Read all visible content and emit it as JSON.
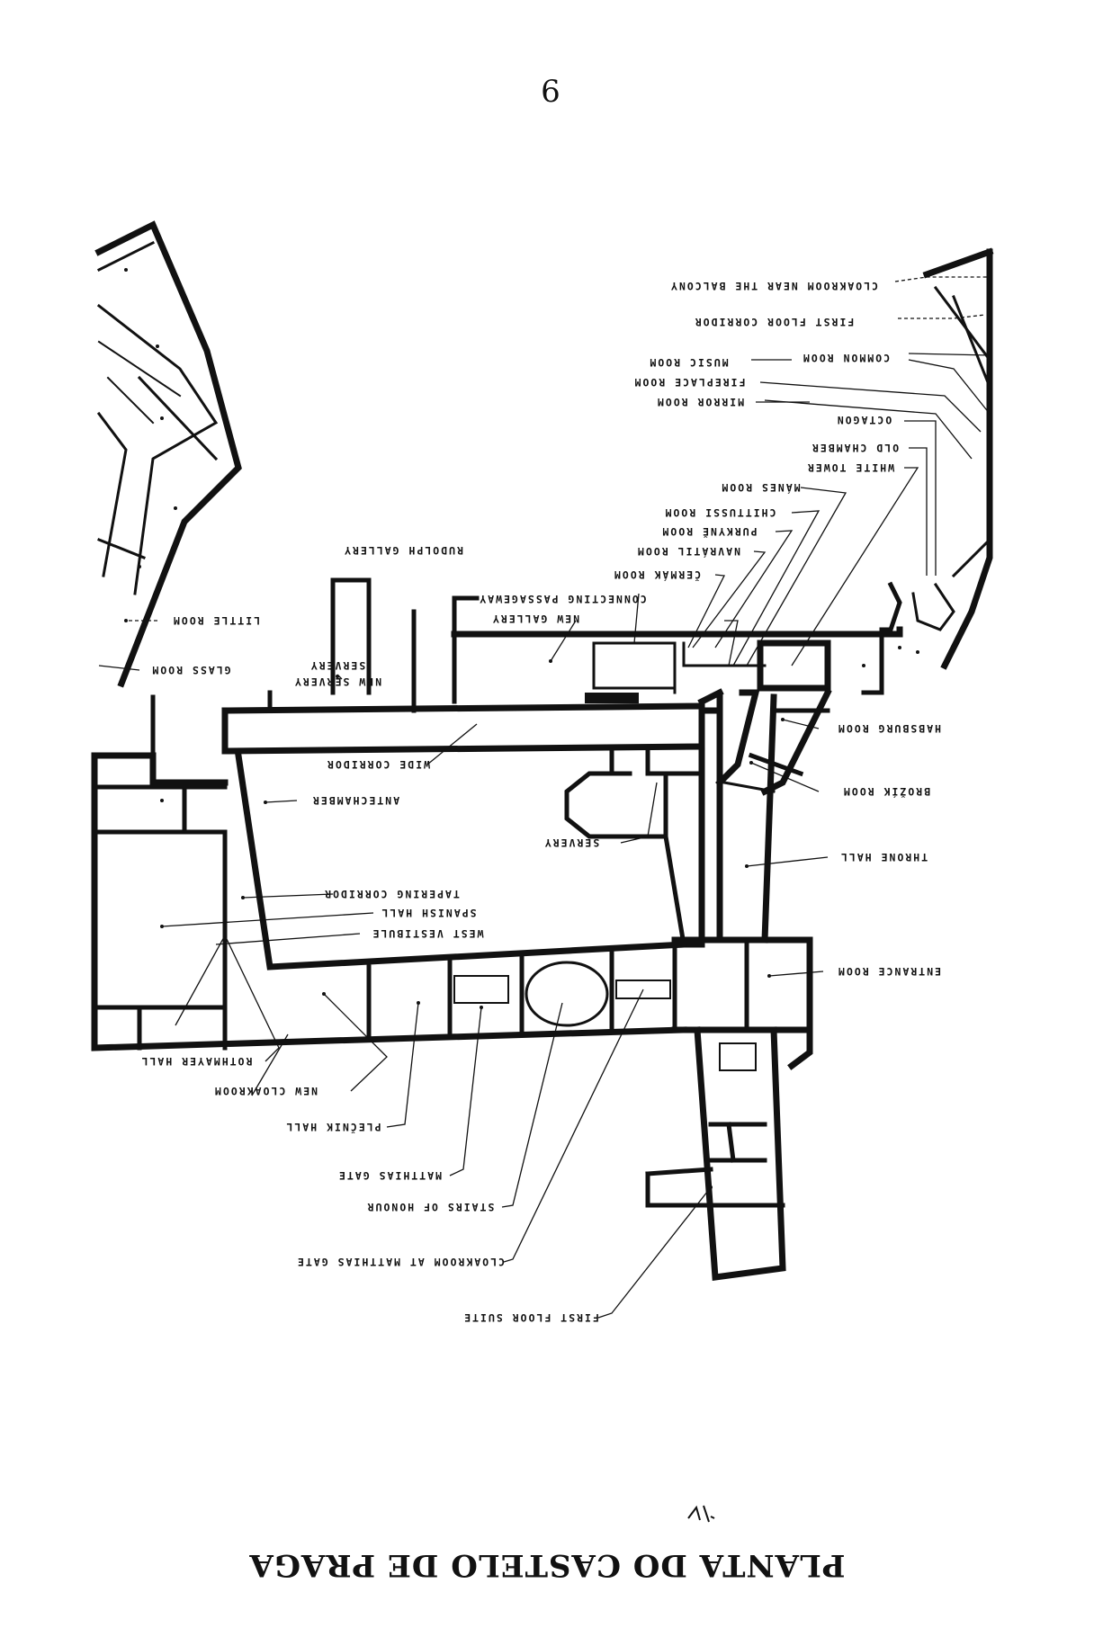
{
  "page_number": "6",
  "caption": "PLANTA DO CASTELO DE PRAGA",
  "rooms": {
    "cloakroom_near_balcony": "CLOAKROOM NEAR THE BALCONY",
    "first_floor_corridor": "FIRST FLOOR CORRIDOR",
    "common_room": "COMMON ROOM",
    "music_room": "MUSIC ROOM",
    "fireplace_room": "FIREPLACE ROOM",
    "mirror_room": "MIRROR ROOM",
    "octagon": "OCTAGON",
    "old_chamber": "OLD CHAMBER",
    "white_tower": "WHITE TOWER",
    "manes_room": "MÁNES ROOM",
    "chittussi_room": "CHITTUSSI ROOM",
    "purkyne_room": "PURKYNĚ ROOM",
    "navratil_room": "NAVRÁTIL ROOM",
    "cermak_room": "ČERMÁK ROOM",
    "rudolph_gallery": "RUDOLPH GALLERY",
    "connecting_passageway": "CONNECTING PASSAGEWAY",
    "new_gallery": "NEW GALLERY",
    "little_room": "LITTLE ROOM",
    "glass_room": "GLASS ROOM",
    "servery_top": "SERVERY",
    "servery_small": "NEW SERVERY",
    "habsburg_room": "HABSBURG ROOM",
    "wide_corridor": "WIDE CORRIDOR",
    "brozik_room": "BROŽÍK ROOM",
    "antechamber": "ANTECHAMBER",
    "servery_mid": "SERVERY",
    "throne_hall": "THRONE HALL",
    "tapering_corridor": "TAPERING CORRIDOR",
    "spanish_hall": "SPANISH HALL",
    "west_vestibule": "WEST VESTIBULE",
    "entrance_room": "ENTRANCE ROOM",
    "rothmayer_hall": "ROTHMAYER HALL",
    "new_cloakroom": "NEW CLOAKROOM",
    "plecnik_hall": "PLEČNIK HALL",
    "matthias_gate": "MATTHIAS GATE",
    "stairs_of_honour": "STAIRS OF HONOUR",
    "cloakroom_matthias_gate": "CLOAKROOM AT MATTHIAS GATE",
    "first_floor_suite": "FIRST FLOOR SUITE"
  }
}
